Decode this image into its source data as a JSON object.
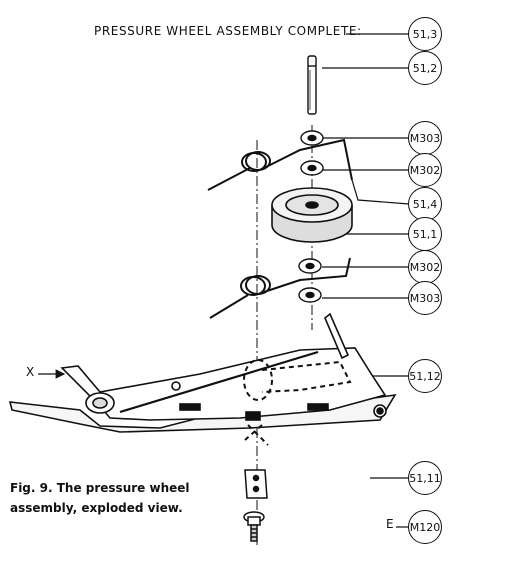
{
  "title": "PRESSURE WHEEL ASSEMBLY COMPLETE:",
  "caption": {
    "line1": "Fig. 9. The pressure wheel",
    "line2": "assembly, exploded view."
  },
  "labels": {
    "x": "X",
    "e": "E"
  },
  "callouts": [
    {
      "id": "c513",
      "text": "51,3"
    },
    {
      "id": "c512",
      "text": "51,2"
    },
    {
      "id": "m303a",
      "text": "M303"
    },
    {
      "id": "m302a",
      "text": "M302"
    },
    {
      "id": "c514",
      "text": "51,4"
    },
    {
      "id": "c511",
      "text": "51,1"
    },
    {
      "id": "m302b",
      "text": "M302"
    },
    {
      "id": "m303b",
      "text": "M303"
    },
    {
      "id": "c5112",
      "text": "51,12"
    },
    {
      "id": "c5111",
      "text": "51,11"
    },
    {
      "id": "m120",
      "text": "M120"
    }
  ]
}
